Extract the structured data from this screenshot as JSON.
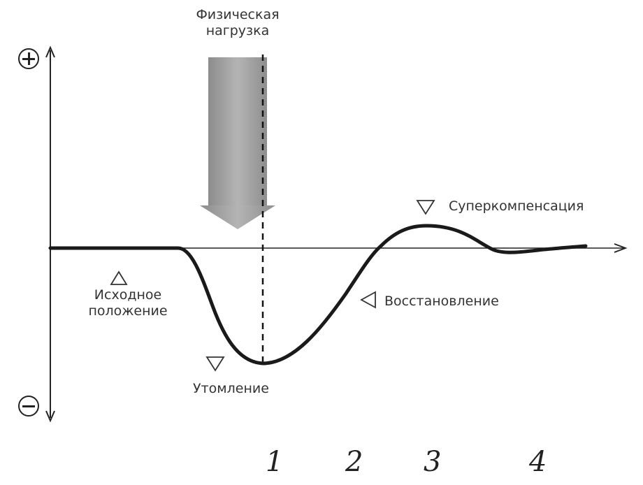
{
  "diagram": {
    "load_label_line1": "Физическая",
    "load_label_line2": "нагрузка",
    "axis_positive_sign": "⊕",
    "axis_negative_sign": "⊖",
    "states": {
      "baseline_line1": "Исходное",
      "baseline_line2": "положение",
      "fatigue": "Утомление",
      "recovery": "Восстановление",
      "supercompensation": "Суперкомпенсация"
    },
    "phases": [
      "1",
      "2",
      "3",
      "4"
    ],
    "colors": {
      "curve": "#1a1a1a",
      "axis": "#222222",
      "load_arrow": "#9a9a9a",
      "marker_outline": "#333333"
    }
  }
}
